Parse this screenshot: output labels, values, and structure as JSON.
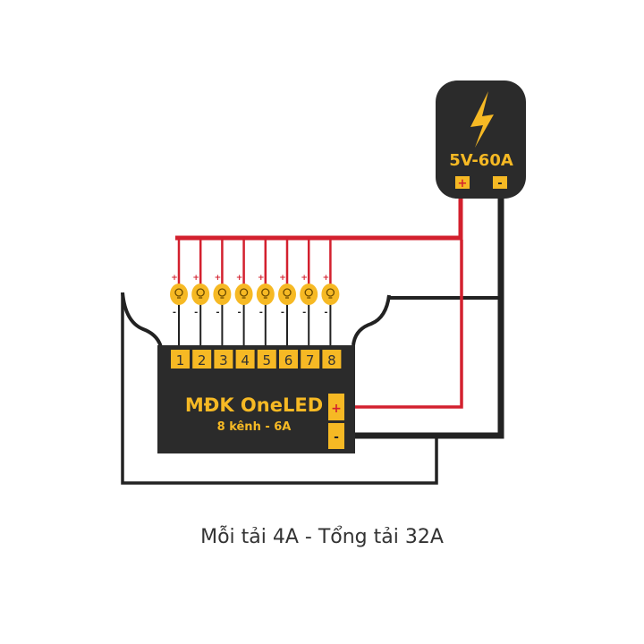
{
  "power_supply": {
    "label": "5V-60A",
    "plus": "+",
    "minus": "-",
    "icon": "lightning-bolt-icon"
  },
  "controller": {
    "title": "MĐK OneLED",
    "subtitle": "8 kênh - 6A",
    "plus": "+",
    "minus": "-",
    "channels": [
      "1",
      "2",
      "3",
      "4",
      "5",
      "6",
      "7",
      "8"
    ]
  },
  "leds": {
    "count": 8,
    "plus": "+",
    "minus": "-",
    "icon": "light-bulb-icon"
  },
  "caption": "Mỗi tải 4A - Tổng tải 32A",
  "colors": {
    "body": "#2b2b2b",
    "accent": "#f6b924",
    "positive_wire": "#d3202e",
    "negative_wire": "#222222"
  }
}
